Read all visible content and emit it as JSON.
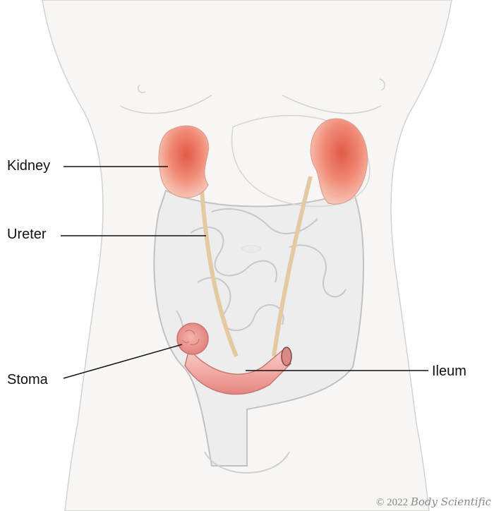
{
  "labels": {
    "kidney": "Kidney",
    "ureter": "Ureter",
    "stoma": "Stoma",
    "ileum": "Ileum"
  },
  "credit": {
    "prefix": "© 2022",
    "brand": "Body Scientific"
  },
  "colors": {
    "background": "#ffffff",
    "body_skin": "#f7f6f4",
    "outline": "#c9c9c9",
    "intestine_fill": "#e6e6e6",
    "kidney": "#f08570",
    "kidney_core": "#e0523f",
    "ureter": "#e4caa2",
    "ileum": "#f2a9a4",
    "leader_line": "#111111"
  }
}
